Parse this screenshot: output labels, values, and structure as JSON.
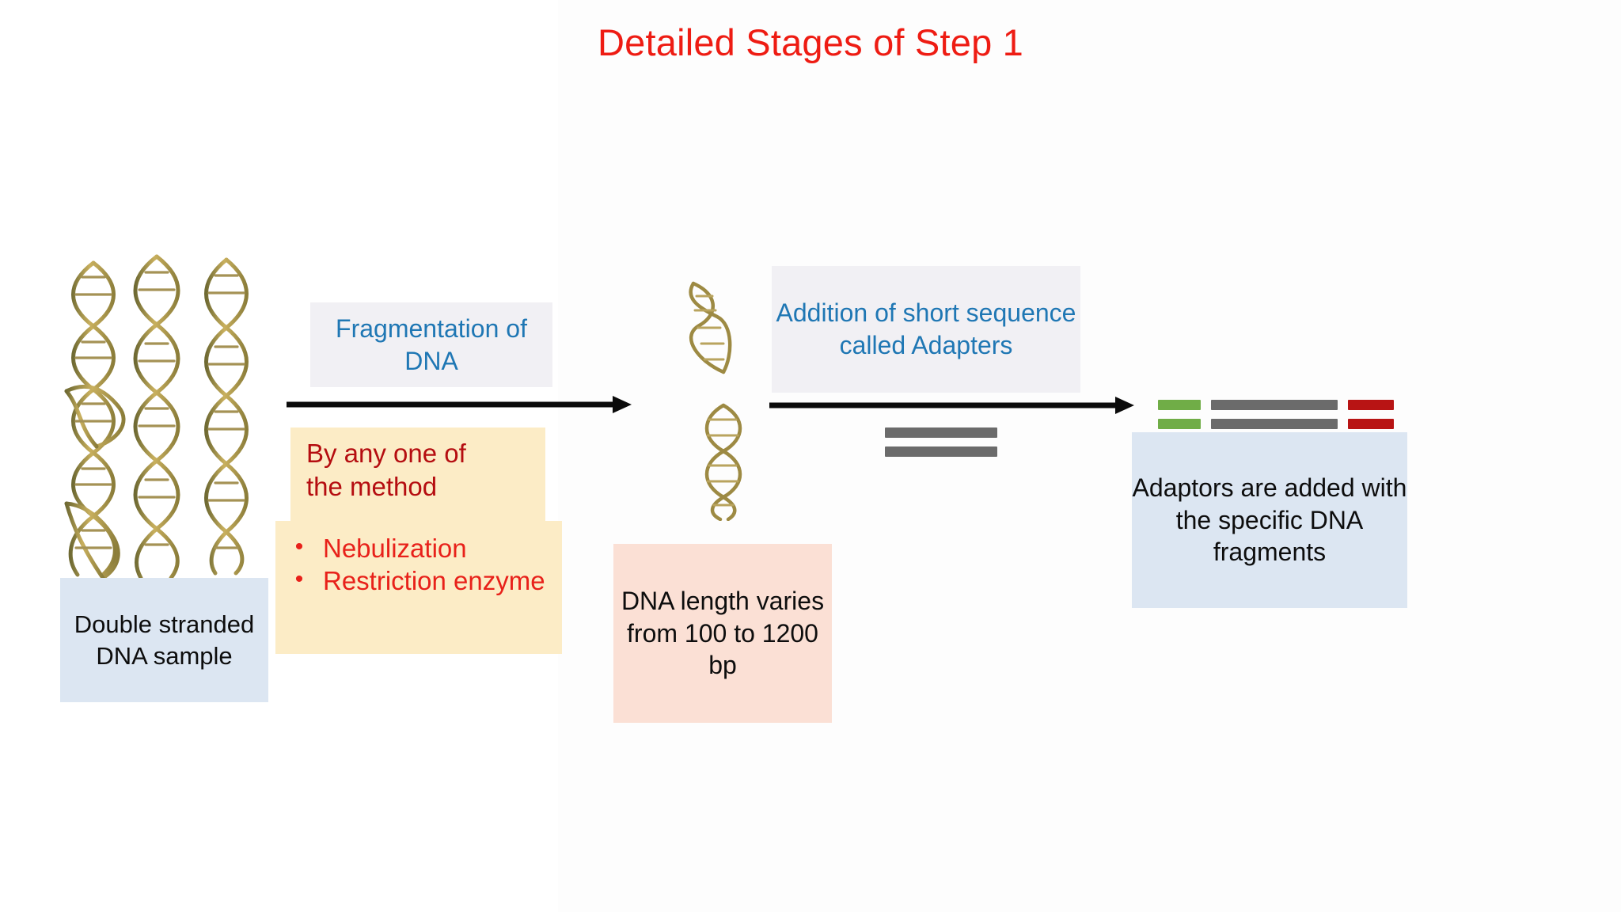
{
  "slide": {
    "title": "Detailed Stages of Step 1",
    "title_color": "#ee1c13",
    "background_color": "#ffffff"
  },
  "stages": {
    "dna_sample": {
      "label": "Double stranded DNA sample",
      "box_color": "#dce6f2",
      "text_color": "#0d0d0d",
      "art": "dna-double-helix-bundle"
    },
    "fragmentation": {
      "label": "Fragmentation of DNA",
      "box_color": "#f1f0f4",
      "text_color": "#1f77b4"
    },
    "methods": {
      "heading": "By any one of the method",
      "heading_color": "#b50d10",
      "bullet_color": "#e8211a",
      "box_color": "#fcecc6",
      "items": [
        {
          "bullet": "•",
          "label": "Nebulization"
        },
        {
          "bullet": "•",
          "label": "Restriction enzyme"
        }
      ]
    },
    "fragments": {
      "label": "DNA length varies from 100 to 1200 bp",
      "box_color": "#fbe0d5",
      "text_color": "#0d0d0d",
      "art": "dna-fragment-helix"
    },
    "adapters": {
      "label": "Addition of short sequence called Adapters",
      "box_color": "#f1f0f4",
      "text_color": "#1f77b4"
    },
    "adaptors_added": {
      "label": "Adaptors are added with the specific DNA fragments",
      "box_color": "#dce6f2",
      "text_color": "#0d0d0d"
    }
  },
  "diagram": {
    "arrows": [
      {
        "name": "arrow-fragmentation",
        "color": "#0b0b0b"
      },
      {
        "name": "arrow-adapter-ligation",
        "color": "#0b0b0b"
      }
    ],
    "fragment_bars": {
      "color": "#6b6b6b",
      "rows": 2
    },
    "adapter_construct": {
      "left_adapter_color": "#70ad47",
      "dna_fragment_color": "#6b6b6b",
      "right_adapter_color": "#b81414",
      "rows": 2
    }
  }
}
